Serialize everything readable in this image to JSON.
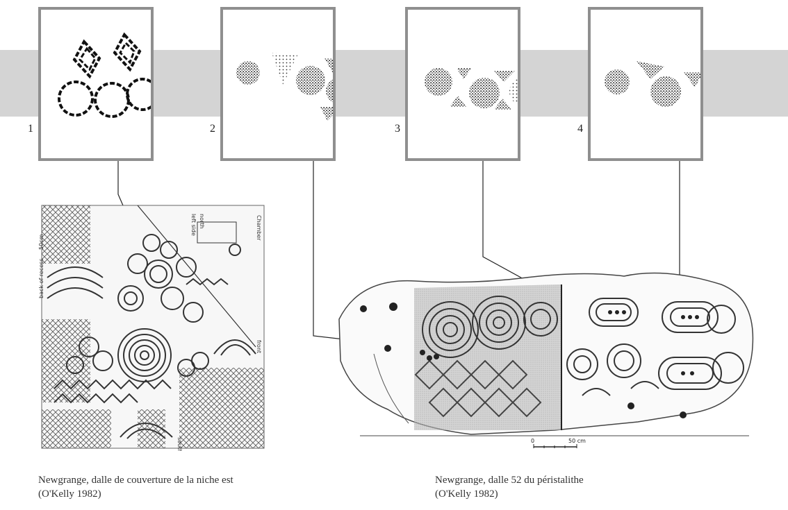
{
  "panels": [
    {
      "number": "1",
      "motifs": "circles-and-lozenges"
    },
    {
      "number": "2",
      "motifs": "dotted-circles-and-triangles"
    },
    {
      "number": "3",
      "motifs": "dotted-triangles-and-circles"
    },
    {
      "number": "4",
      "motifs": "dotted-circles-and-triangle"
    }
  ],
  "left_drawing": {
    "labels": {
      "chamber": "Chamber",
      "north": "north",
      "left_side": "left side",
      "back_of_recess": "back of recess",
      "front": "front",
      "south": "south",
      "scale": "50cm"
    },
    "caption_line1": "Newgrange, dalle de couverture de la niche est",
    "caption_line2": "(O'Kelly 1982)"
  },
  "right_drawing": {
    "scale_zero": "0",
    "scale_value": "50 cm",
    "caption_line1": "Newgrange, dalle 52 du péristalithe",
    "caption_line2": "(O'Kelly 1982)"
  }
}
